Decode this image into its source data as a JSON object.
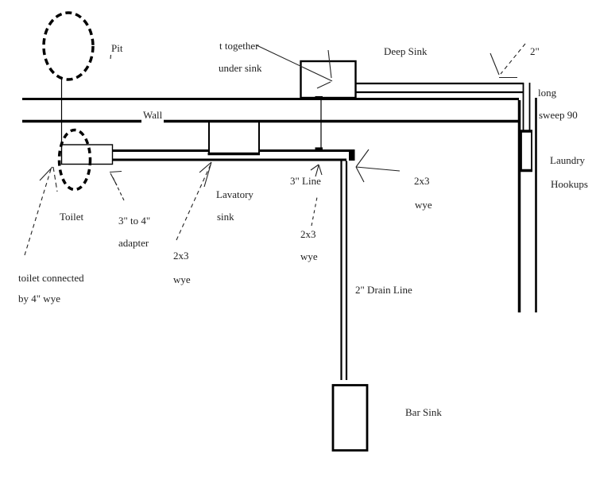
{
  "diagram": {
    "title": "plumbing-drain-sketch",
    "background": "#ffffff",
    "ink_color": "#000000",
    "text_color": "#1f1f1f",
    "labels": {
      "pit": "Pit",
      "tee_note_line1": "t together",
      "tee_note_line2": "under sink",
      "deep_sink": "Deep Sink",
      "pipe_2in": "2\"",
      "sweep_line1": "long",
      "sweep_line2": "sweep 90",
      "laundry_line1": "Laundry",
      "laundry_line2": "Hookups",
      "wall": "Wall",
      "toilet": "Toilet",
      "adapter_line1": "3\" to 4\"",
      "adapter_line2": "adapter",
      "wye_left_line1": "2x3",
      "wye_left_line2": "wye",
      "lavatory_line1": "Lavatory",
      "lavatory_line2": "sink",
      "line_3in": "3\" Line",
      "wye_mid_line1": "2x3",
      "wye_mid_line2": "wye",
      "wye_right_line1": "2x3",
      "wye_right_line2": "wye",
      "toilet_note_line1": "toilet connected",
      "toilet_note_line2": "by 4\" wye",
      "drain_2in": "2\" Drain Line",
      "bar_sink": "Bar Sink"
    }
  }
}
